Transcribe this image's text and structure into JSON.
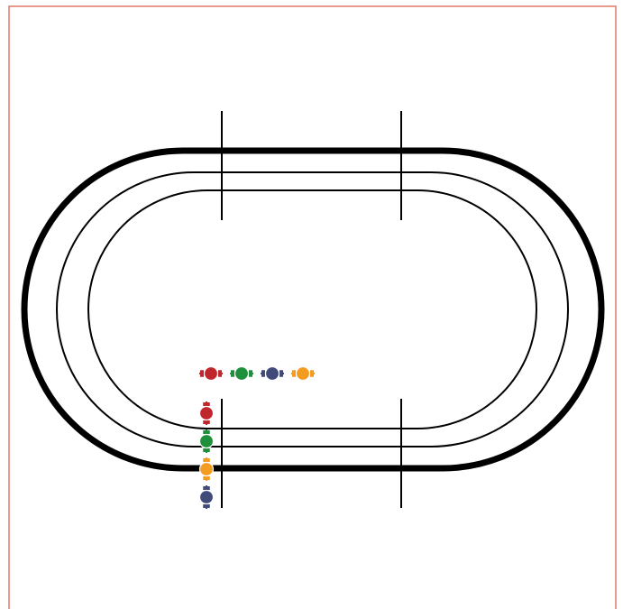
{
  "border_color": "#e07a66",
  "track_color": "#000000",
  "racers": [
    {
      "name": "red",
      "color": "#c0272d"
    },
    {
      "name": "green",
      "color": "#1e8f3b"
    },
    {
      "name": "blue",
      "color": "#414b7a"
    },
    {
      "name": "orange",
      "color": "#f49b22"
    }
  ],
  "lane_order": [
    "red",
    "green",
    "orange",
    "blue"
  ],
  "icon": "track-cyclist-icon"
}
